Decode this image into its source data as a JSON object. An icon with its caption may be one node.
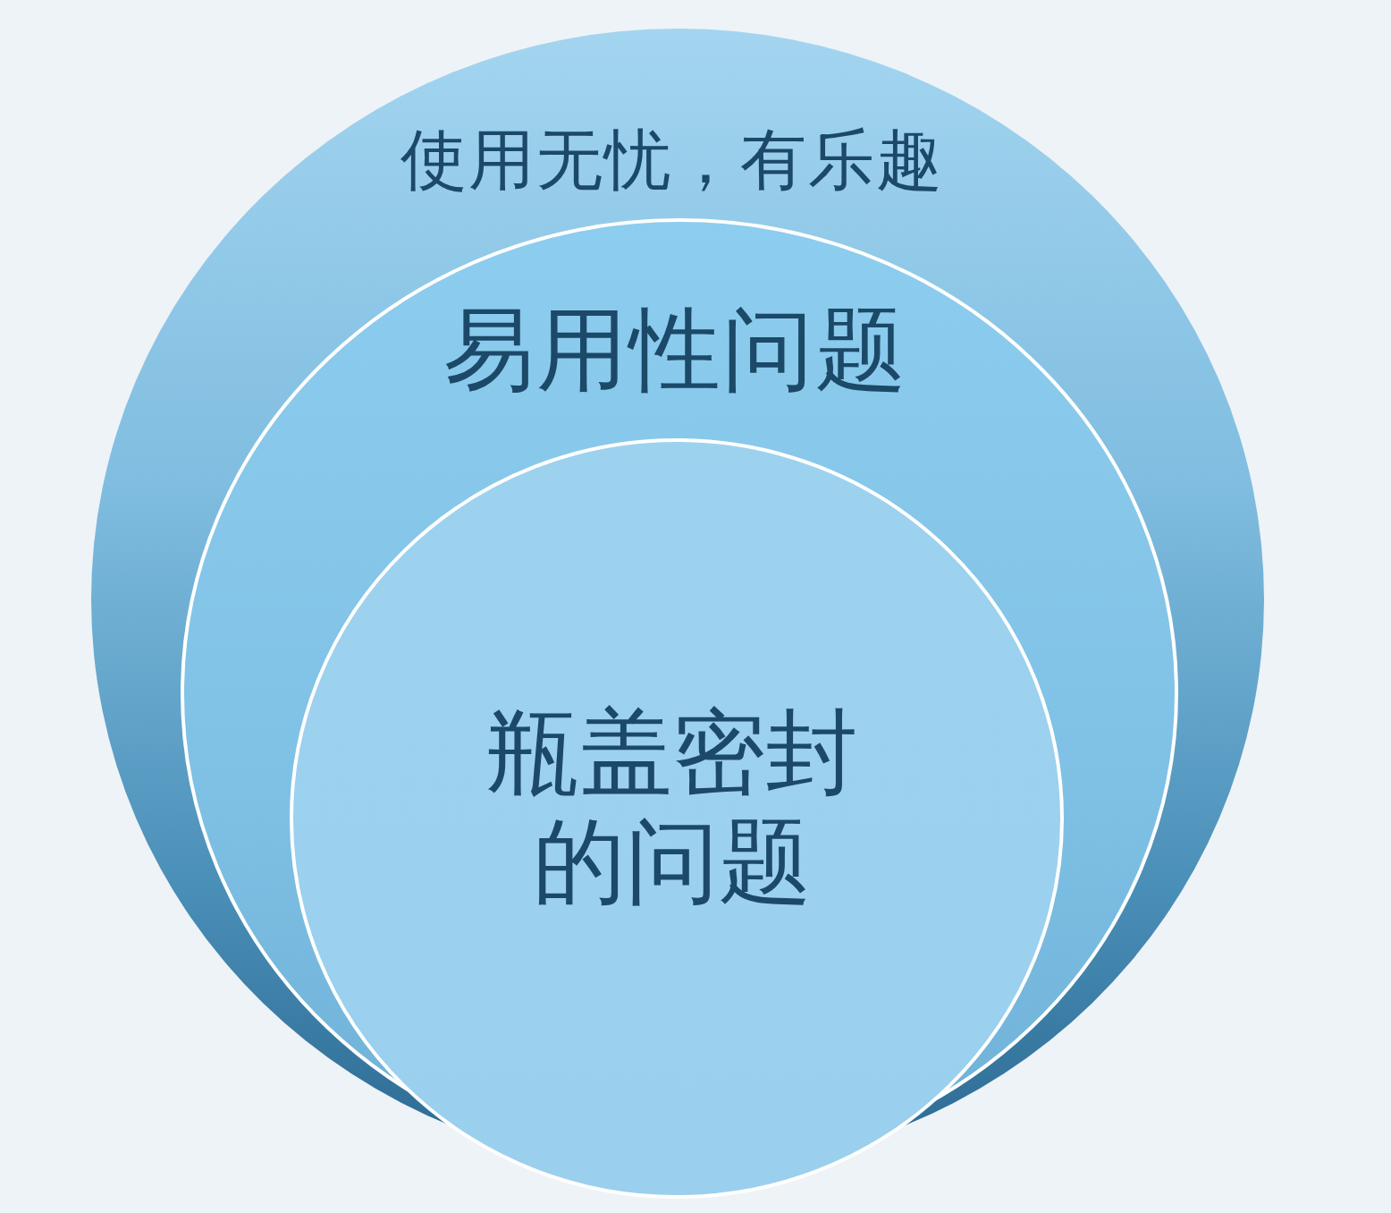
{
  "diagram": {
    "nodes": [
      {
        "text": [
          "使用无忧，有乐趣"
        ]
      },
      {
        "text": [
          "易用性问题"
        ],
        "in": 0
      },
      {
        "text": [
          "瓶盖密封的问题"
        ],
        "in": 1
      }
    ]
  }
}
